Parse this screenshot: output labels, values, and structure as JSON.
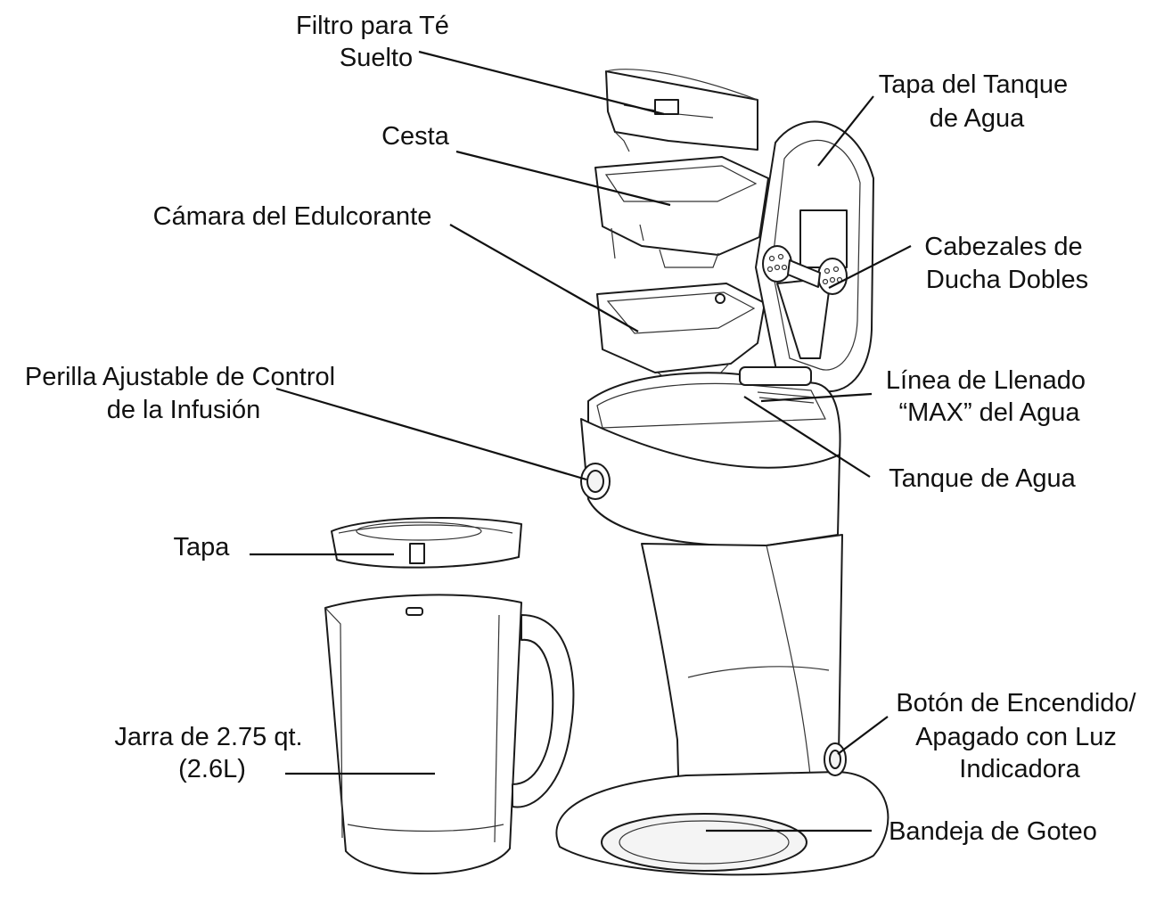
{
  "labels": {
    "loose_tea_filter": [
      "Filtro para Té",
      "Suelto"
    ],
    "basket": [
      "Cesta"
    ],
    "sweetener_chamber": [
      "Cámara del Edulcorante"
    ],
    "brew_control_knob": [
      "Perilla Ajustable de Control",
      "de la Infusión"
    ],
    "lid": [
      "Tapa"
    ],
    "pitcher": [
      "Jarra de 2.75 qt.",
      "(2.6L)"
    ],
    "water_tank_lid": [
      "Tapa del Tanque",
      "de Agua"
    ],
    "dual_shower_heads": [
      "Cabezales de",
      "Ducha Dobles"
    ],
    "max_fill_line": [
      "Línea de Llenado",
      "“MAX” del Agua"
    ],
    "water_tank": [
      "Tanque de Agua"
    ],
    "power_button": [
      "Botón de Encendido/",
      "Apagado con Luz",
      "Indicadora"
    ],
    "drip_tray": [
      "Bandeja de Goteo"
    ]
  }
}
